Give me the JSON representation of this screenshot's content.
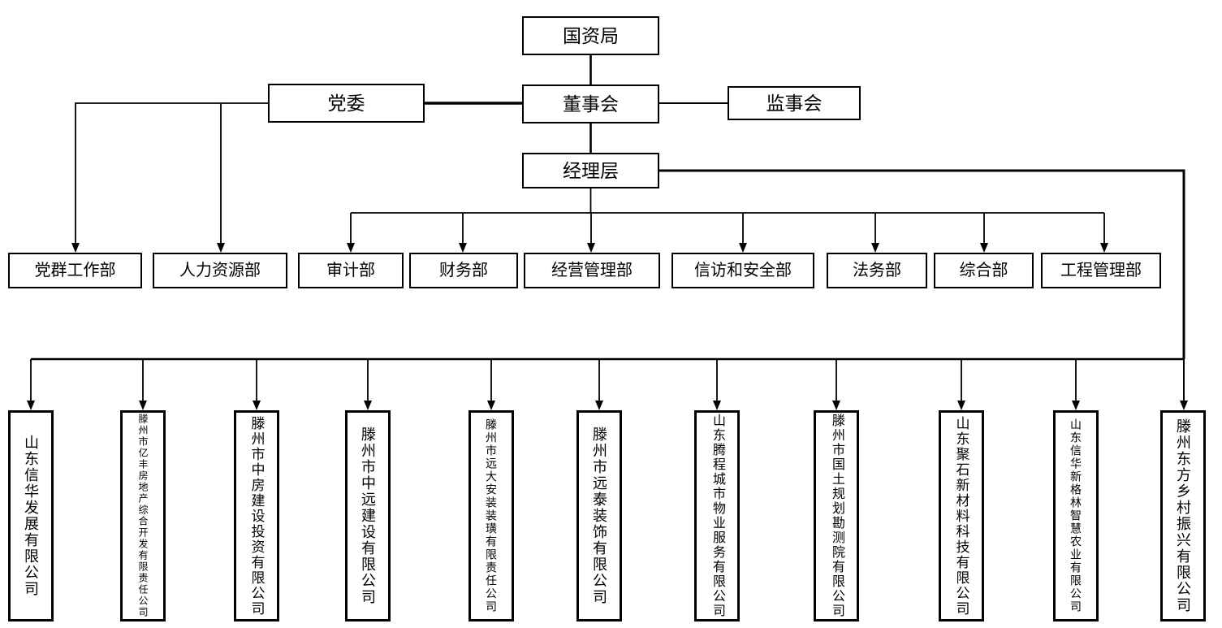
{
  "org": {
    "root": "国资局",
    "party_committee": "党委",
    "board": "董事会",
    "supervisory_board": "监事会",
    "management": "经理层",
    "departments": [
      "党群工作部",
      "人力资源部",
      "审计部",
      "财务部",
      "经营管理部",
      "信访和安全部",
      "法务部",
      "综合部",
      "工程管理部"
    ],
    "companies": [
      "山东信华发展有限公司",
      "滕州市亿丰房地产综合开发有限责任公司",
      "滕州市中房建设投资有限公司",
      "滕州市中远建设有限公司",
      "滕州市远大安装装璜有限责任公司",
      "滕州市远泰装饰有限公司",
      "山东腾程城市物业服务有限公司",
      "滕州市国土规划勘测院有限公司",
      "山东聚石新材料科技有限公司",
      "山东信华新格林智慧农业有限公司",
      "滕州东方乡村振兴有限公司"
    ],
    "line_color": "#000000",
    "background_color": "#ffffff"
  }
}
